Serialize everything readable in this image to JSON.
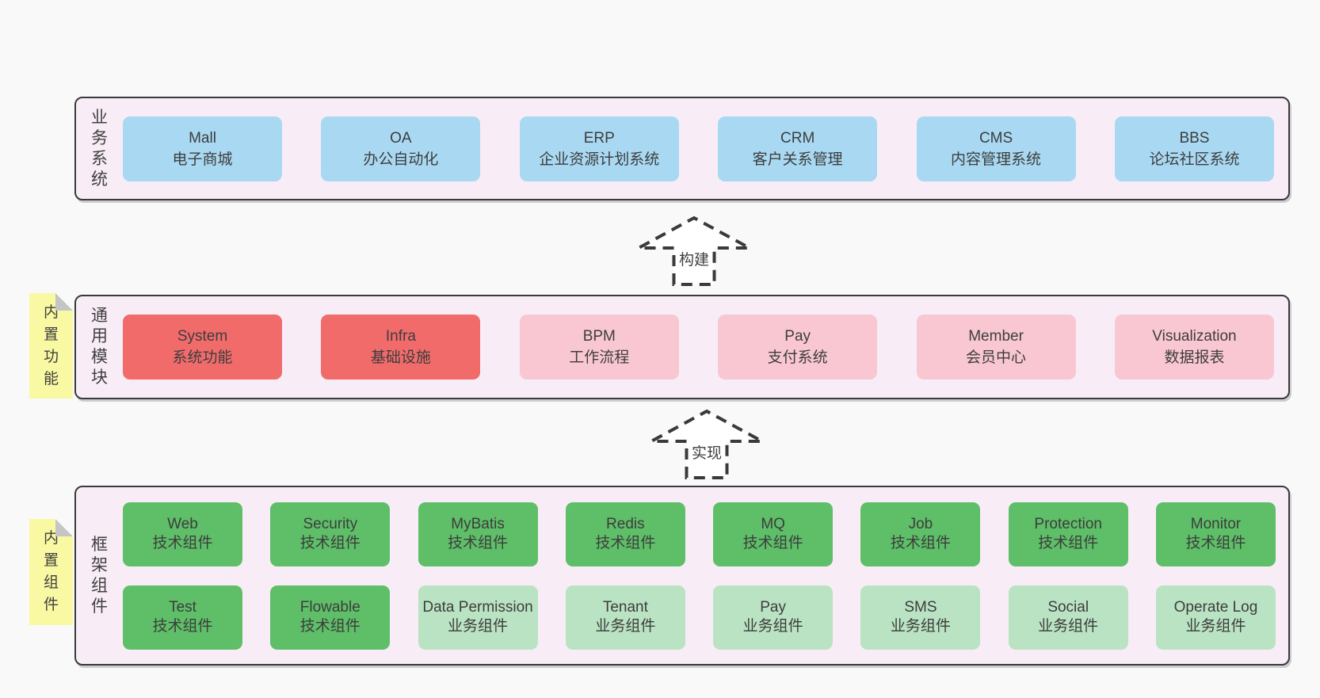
{
  "layers": [
    {
      "label": "业务系统",
      "boxes": [
        {
          "name": "Mall",
          "desc": "电子商城"
        },
        {
          "name": "OA",
          "desc": "办公自动化"
        },
        {
          "name": "ERP",
          "desc": "企业资源计划系统"
        },
        {
          "name": "CRM",
          "desc": "客户关系管理"
        },
        {
          "name": "CMS",
          "desc": "内容管理系统"
        },
        {
          "name": "BBS",
          "desc": "论坛社区系统"
        }
      ]
    },
    {
      "label": "通用模块",
      "sticky_note": "内置功能",
      "boxes": [
        {
          "name": "System",
          "desc": "系统功能"
        },
        {
          "name": "Infra",
          "desc": "基础设施"
        },
        {
          "name": "BPM",
          "desc": "工作流程"
        },
        {
          "name": "Pay",
          "desc": "支付系统"
        },
        {
          "name": "Member",
          "desc": "会员中心"
        },
        {
          "name": "Visualization",
          "desc": "数据报表"
        }
      ]
    },
    {
      "label": "框架组件",
      "sticky_note": "内置组件",
      "row1": [
        {
          "name": "Web",
          "desc": "技术组件"
        },
        {
          "name": "Security",
          "desc": "技术组件"
        },
        {
          "name": "MyBatis",
          "desc": "技术组件"
        },
        {
          "name": "Redis",
          "desc": "技术组件"
        },
        {
          "name": "MQ",
          "desc": "技术组件"
        },
        {
          "name": "Job",
          "desc": "技术组件"
        },
        {
          "name": "Protection",
          "desc": "技术组件"
        },
        {
          "name": "Monitor",
          "desc": "技术组件"
        }
      ],
      "row2": [
        {
          "name": "Test",
          "desc": "技术组件"
        },
        {
          "name": "Flowable",
          "desc": "技术组件"
        },
        {
          "name": "Data Permission",
          "desc": "业务组件"
        },
        {
          "name": "Tenant",
          "desc": "业务组件"
        },
        {
          "name": "Pay",
          "desc": "业务组件"
        },
        {
          "name": "SMS",
          "desc": "业务组件"
        },
        {
          "name": "Social",
          "desc": "业务组件"
        },
        {
          "name": "Operate Log",
          "desc": "业务组件"
        }
      ]
    }
  ],
  "arrows": [
    {
      "label": "构建"
    },
    {
      "label": "实现"
    }
  ],
  "colors": {
    "page_bg": "#f9f9f9",
    "layer_bg": "#f8edf6",
    "layer_border": "#3a3a3a",
    "blue_box": "#a9d9f2",
    "red_box": "#f16b6b",
    "pink_box": "#f9c7d2",
    "green_box": "#5ebf68",
    "light_green_box": "#b9e3c2",
    "sticky_yellow": "#f9f9a3",
    "sticky_fold": "#c5c5c5",
    "text": "#3d3d3d"
  }
}
